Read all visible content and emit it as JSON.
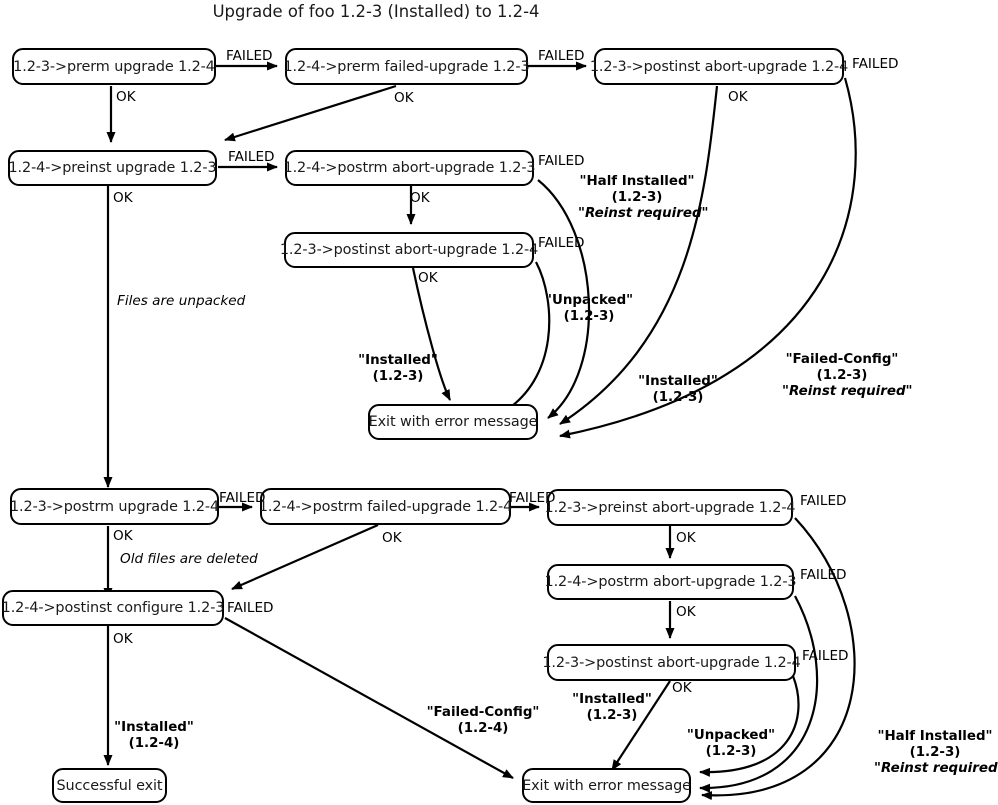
{
  "title": "Upgrade of foo 1.2-3 (Installed) to 1.2-4",
  "nodes": {
    "prerm_upgrade": "1.2-3->prerm upgrade 1.2-4",
    "prerm_failed_upgrade": "1.2-4->prerm failed-upgrade 1.2-3",
    "postinst_abort_upgrade_top": "1.2-3->postinst abort-upgrade 1.2-4",
    "preinst_upgrade": "1.2-4->preinst upgrade 1.2-3",
    "postrm_abort_upgrade_mid": "1.2-4->postrm abort-upgrade 1.2-3",
    "postinst_abort_upgrade_mid": "1.2-3->postinst abort-upgrade 1.2-4",
    "exit_error_top": "Exit with error message",
    "postrm_upgrade": "1.2-3->postrm upgrade 1.2-4",
    "postrm_failed_upgrade": "1.2-4->postrm failed-upgrade 1.2-4",
    "preinst_abort_upgrade": "1.2-3->preinst abort-upgrade 1.2-4",
    "postinst_configure": "1.2-4->postinst configure 1.2-3",
    "postrm_abort_upgrade_low": "1.2-4->postrm abort-upgrade 1.2-3",
    "postinst_abort_upgrade_low": "1.2-3->postinst abort-upgrade 1.2-4",
    "successful_exit": "Successful exit",
    "exit_error_bottom": "Exit with error message"
  },
  "edge_labels": {
    "failed_1": "FAILED",
    "ok_1": "OK",
    "failed_2": "FAILED",
    "ok_2": "OK",
    "failed_3": "FAILED",
    "ok_3": "OK",
    "failed_4": "FAILED",
    "ok_4": "OK",
    "failed_5": "FAILED",
    "ok_5": "OK",
    "failed_6": "FAILED",
    "ok_6": "OK",
    "files_unpacked": "Files are unpacked",
    "failed_7": "FAILED",
    "ok_7": "OK",
    "old_files_deleted": "Old files are deleted",
    "failed_8": "FAILED",
    "ok_8": "OK",
    "failed_9": "FAILED",
    "ok_9": "OK",
    "failed_10": "FAILED",
    "ok_10": "OK",
    "failed_11": "FAILED",
    "ok_11": "OK",
    "failed_12": "FAILED",
    "ok_12": "OK"
  },
  "state_labels": {
    "half_installed_top_l1": "\"Half Installed\"",
    "half_installed_top_l2": "(1.2-3)",
    "half_installed_top_l3": "\"Reinst required\"",
    "unpacked_top_l1": "\"Unpacked\"",
    "unpacked_top_l2": "(1.2-3)",
    "installed_left_l1": "\"Installed\"",
    "installed_left_l2": "(1.2-3)",
    "installed_right_l1": "\"Installed\"",
    "installed_right_l2": "(1.2-3)",
    "failed_config_top_l1": "\"Failed-Config\"",
    "failed_config_top_l2": "(1.2-3)",
    "failed_config_top_l3": "\"Reinst required\"",
    "failed_config_bottom_l1": "\"Failed-Config\"",
    "failed_config_bottom_l2": "(1.2-4)",
    "installed_bottom_l1": "\"Installed\"",
    "installed_bottom_l2": "(1.2-3)",
    "unpacked_bottom_l1": "\"Unpacked\"",
    "unpacked_bottom_l2": "(1.2-3)",
    "half_installed_bottom_l1": "\"Half Installed\"",
    "half_installed_bottom_l2": "(1.2-3)",
    "half_installed_bottom_l3": "\"Reinst required\"",
    "installed_success_l1": "\"Installed\"",
    "installed_success_l2": "(1.2-4)"
  },
  "colors": {
    "stroke": "#000000",
    "text": "#1a1a1a",
    "background": "#ffffff"
  }
}
